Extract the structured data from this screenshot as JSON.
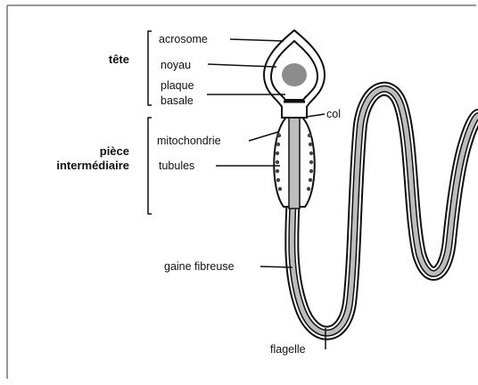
{
  "groups": {
    "tete": "tête",
    "piece_line1": "pièce",
    "piece_line2": "intermédiaire"
  },
  "labels": {
    "acrosome": "acrosome",
    "noyau": "noyau",
    "plaque": "plaque",
    "basale": "basale",
    "col": "col",
    "mitochondrie": "mitochondrie",
    "tubules": "tubules",
    "gaine": "gaine fibreuse",
    "flagelle": "flagelle"
  },
  "colors": {
    "outline": "#111111",
    "nucleus": "#8c8c8c",
    "tail_fill": "#bdbdbd"
  }
}
